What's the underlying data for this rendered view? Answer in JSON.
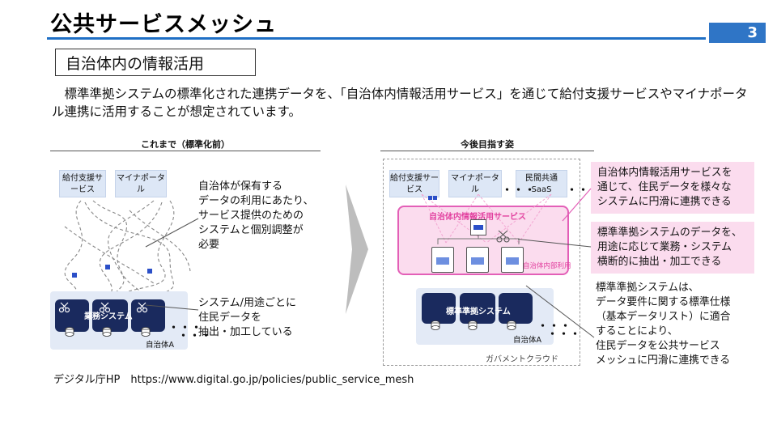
{
  "header": {
    "title": "公共サービスメッシュ",
    "page_number": "3",
    "accent_color": "#1f6fc5"
  },
  "section": {
    "title": "自治体内の情報活用"
  },
  "description": "標準準拠システムの標準化された連携データを、「自治体内情報活用サービス」を通じて給付支援サービスやマイナポータル連携に活用することが想定されています。",
  "before": {
    "caption": "これまで（標準化前）",
    "services": [
      "給付支援サービス",
      "マイナポータル"
    ],
    "system_label": "業務システム",
    "municipality_label": "自治体A",
    "dots": "・・・",
    "note1": [
      "自治体が保有する",
      "データの利用にあたり、",
      "サービス提供のための",
      "システムと個別調整が",
      "必要"
    ],
    "note2": [
      "システム/用途ごとに",
      "住民データを",
      "抽出・加工している"
    ]
  },
  "after": {
    "caption": "今後目指す姿",
    "services": [
      "給付支援サービス",
      "マイナポータル",
      "民間共通SaaS"
    ],
    "service_label": "自治体内情報活用サービス",
    "internal_label": "自治体内部利用",
    "system_label": "標準準拠システム",
    "municipality_label": "自治体A",
    "cloud_label": "ガバメントクラウド",
    "dots": "・・・",
    "box1": [
      "自治体内情報活用サービスを",
      "通じて、住民データを様々な",
      "システムに円滑に連携できる"
    ],
    "box2": [
      "標準準拠システムのデータを、",
      "用途に応じて業務・システム",
      "横断的に抽出・加工できる"
    ],
    "note3": [
      "標準準拠システムは、",
      "データ要件に関する標準仕様",
      "（基本データリスト）に適合",
      "することにより、",
      "住民データを公共サービス",
      "メッシュに円滑に連携できる"
    ]
  },
  "source": "デジタル庁HP　https://www.digital.go.jp/policies/public_service_mesh"
}
